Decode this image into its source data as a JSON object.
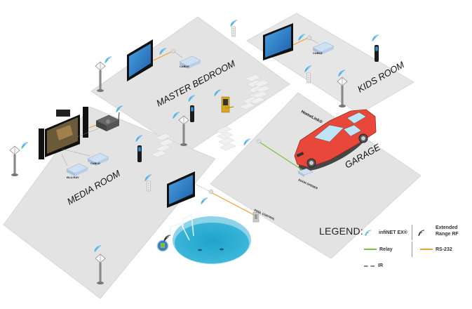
{
  "rooms": {
    "master_bedroom": "MASTER BEDROOM",
    "kids_room": "KIDS ROOM",
    "media_room": "MEDIA ROOM",
    "garage": "GARAGE"
  },
  "device_labels": {
    "cable_master": "CABLE",
    "cable_kids": "CABLE",
    "cable_media": "CABLE",
    "bluray_media": "BLU-RAY",
    "homelink": "HomeLink®",
    "door_opener": "DOOR OPENER",
    "pool_control": "POOL CONTROL"
  },
  "legend": {
    "title": "LEGEND:",
    "items": [
      {
        "label": "infiNET EX®",
        "icon": "wifi-signal-icon",
        "color": "#4fb3e8"
      },
      {
        "label": "Extended Range RF",
        "icon": "rf-signal-icon",
        "color": "#333333"
      },
      {
        "label": "Relay",
        "icon": "line-solid",
        "color": "#7ac143"
      },
      {
        "label": "RS-232",
        "icon": "line-solid",
        "color": "#f0a030"
      },
      {
        "label": "IR",
        "icon": "line-dashed",
        "color": "#888888"
      }
    ]
  },
  "colors": {
    "floor": "#e6e6e7",
    "floor_edge": "#cfcfd0",
    "infinet": "#4fb3e8",
    "relay": "#7ac143",
    "rs232": "#f0a030",
    "ir": "#888888",
    "car": "#e8473a",
    "pool": "#3bb5d6",
    "tv_screen": "#2f7fc8"
  }
}
